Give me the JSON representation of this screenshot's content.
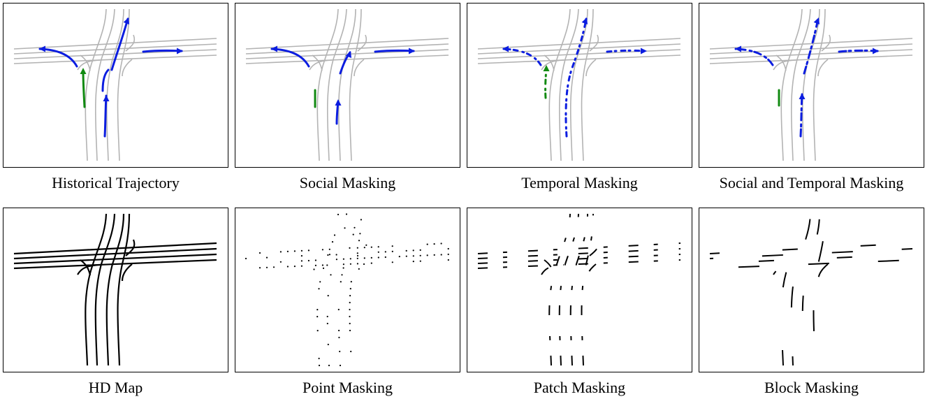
{
  "panels": [
    {
      "caption": "Historical Trajectory"
    },
    {
      "caption": "Social Masking"
    },
    {
      "caption": "Temporal Masking"
    },
    {
      "caption": "Social and Temporal Masking"
    },
    {
      "caption": "HD Map"
    },
    {
      "caption": "Point Masking"
    },
    {
      "caption": "Patch Masking"
    },
    {
      "caption": "Block Masking"
    }
  ],
  "colors": {
    "lane": "#b3b3b3",
    "map": "#000000",
    "agent": "#0b1de0",
    "ego": "#118a11"
  }
}
